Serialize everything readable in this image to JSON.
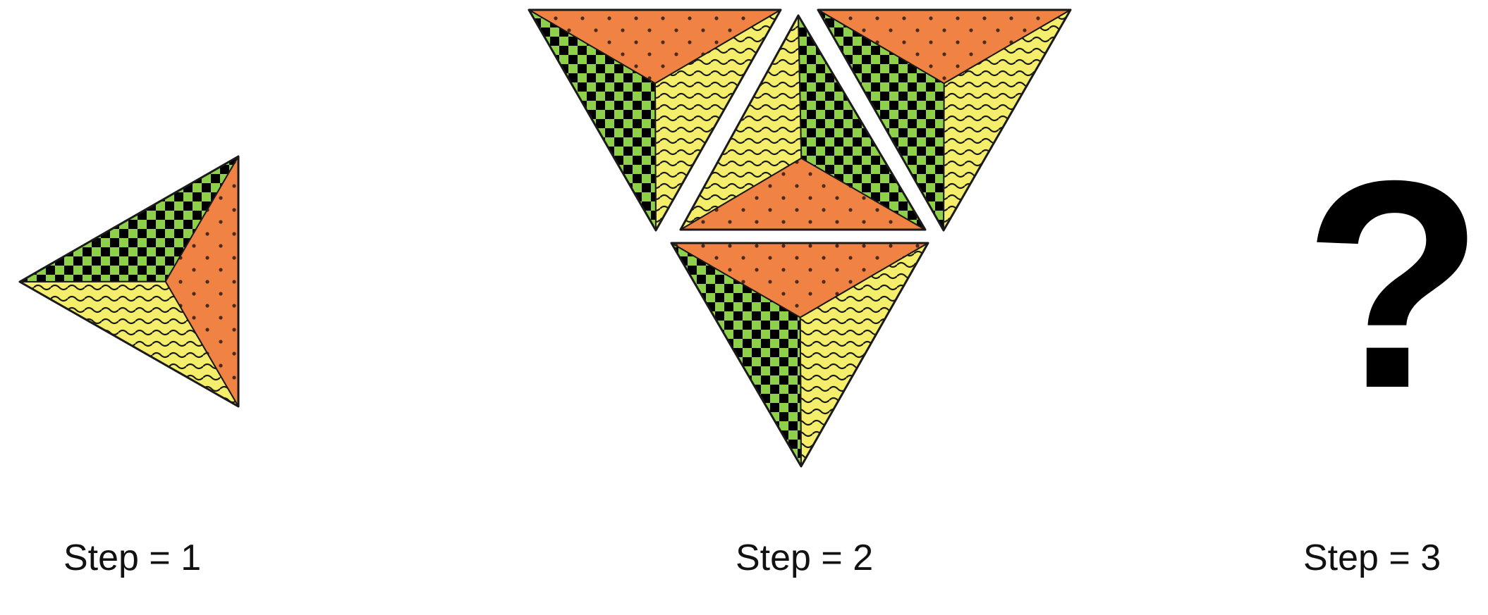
{
  "steps": [
    {
      "label": "Step = 1",
      "triangle_count": 1
    },
    {
      "label": "Step = 2",
      "triangle_count": 4
    },
    {
      "label": "Step = 3",
      "unknown_symbol": "?"
    }
  ],
  "patterns": {
    "orange": {
      "fill": "#f08343",
      "dots": "#4a2a1a"
    },
    "yellow": {
      "fill": "#f4ee6a",
      "wave": "#1a1a1a"
    },
    "green": {
      "fill": "#8fd04a",
      "check": "#000000"
    }
  }
}
